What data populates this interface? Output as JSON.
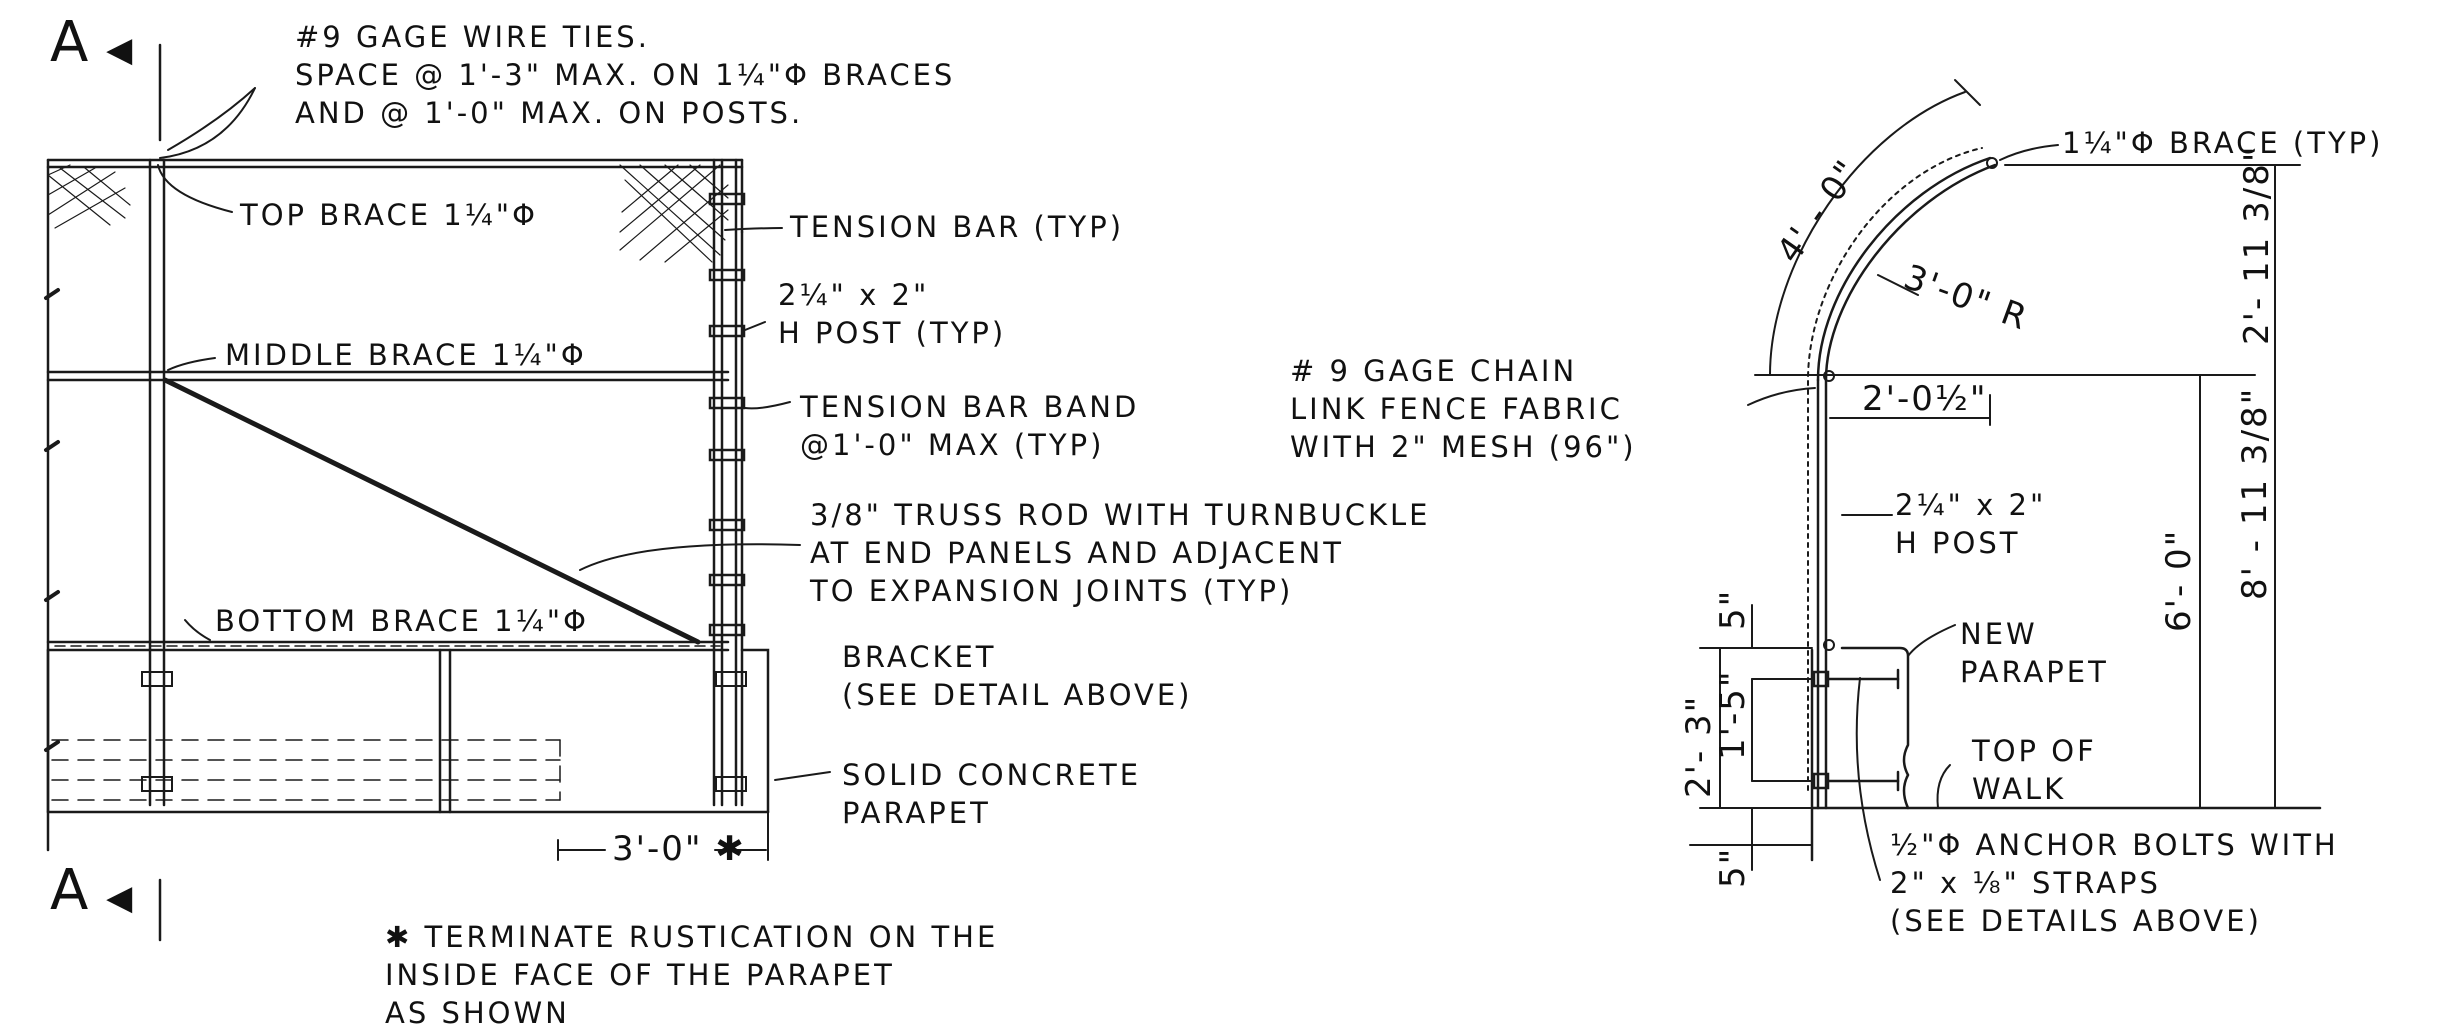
{
  "section_marker": {
    "letter": "A",
    "top_arrow": "◀",
    "bottom_arrow": "◀"
  },
  "wire_ties_note": {
    "line1": "#9 GAGE WIRE TIES.",
    "line2": "SPACE @ 1'-3\" MAX. ON 1¼\"Φ BRACES",
    "line3": "AND @ 1'-0\" MAX. ON POSTS."
  },
  "elevation": {
    "top_brace": "TOP BRACE 1¼\"Φ",
    "middle_brace": "MIDDLE BRACE 1¼\"Φ",
    "bottom_brace": "BOTTOM BRACE 1¼\"Φ",
    "tension_bar": "TENSION BAR (TYP)",
    "h_post": {
      "line1": "2¼\" x 2\"",
      "line2": "H  POST  (TYP)"
    },
    "tension_bar_band": {
      "line1": "TENSION BAR BAND",
      "line2": "@1'-0\" MAX (TYP)"
    },
    "truss_rod": {
      "line1": "3/8\" TRUSS ROD WITH TURNBUCKLE",
      "line2": "AT END PANELS AND ADJACENT",
      "line3": "TO EXPANSION JOINTS (TYP)"
    },
    "bracket": {
      "line1": "BRACKET",
      "line2": "(SEE DETAIL ABOVE)"
    },
    "parapet": {
      "line1": "SOLID CONCRETE",
      "line2": "PARAPET"
    },
    "dim_panel": "3'-0\"",
    "asterisk": "✱"
  },
  "footnote": {
    "line1": "✱ TERMINATE RUSTICATION ON THE",
    "line2": "INSIDE FACE OF THE PARAPET",
    "line3": "AS SHOWN"
  },
  "section": {
    "brace": "1¼\"Φ BRACE (TYP)",
    "fabric": {
      "line1": "# 9  GAGE CHAIN",
      "line2": "LINK FENCE FABRIC",
      "line3": "WITH 2\" MESH (96\")"
    },
    "h_post": {
      "line1": "2¼\" x 2\"",
      "line2": "H  POST"
    },
    "new_parapet": {
      "line1": "NEW",
      "line2": "PARAPET"
    },
    "top_of_walk": {
      "line1": "TOP OF",
      "line2": "WALK"
    },
    "anchor_bolts": {
      "line1": "½\"Φ ANCHOR BOLTS WITH",
      "line2": "2\" x ⅛\" STRAPS",
      "line3": "(SEE DETAILS ABOVE)"
    },
    "dim_arc": "4' - 0\"",
    "dim_radius": "3'-0\" R",
    "dim_offset": "2'-0½\"",
    "dim_top": "2'- 11 3/8\"",
    "dim_post": "6'- 0\"",
    "dim_total": "8' - 11 3/8\"",
    "dim_parapet": "2'- 3\"",
    "dim_bolts": "1'-5\"",
    "dim_top_edge": "5\"",
    "dim_bottom_edge": "5\""
  }
}
